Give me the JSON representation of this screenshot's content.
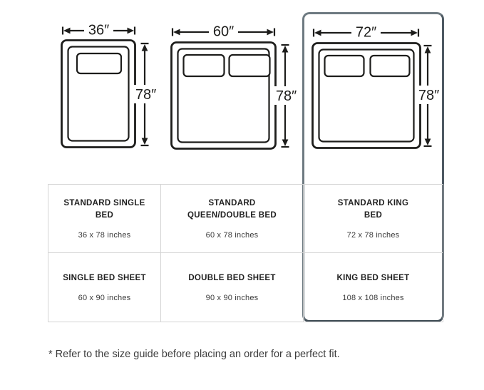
{
  "diagram": {
    "beds": [
      {
        "width_label": "36″",
        "height_label": "78″"
      },
      {
        "width_label": "60″",
        "height_label": "78″"
      },
      {
        "width_label": "72″",
        "height_label": "78″"
      }
    ]
  },
  "table": {
    "rows": [
      {
        "cells": [
          {
            "title_lines": [
              "STANDARD SINGLE",
              "BED"
            ],
            "size": "36 x 78 inches"
          },
          {
            "title_lines": [
              "STANDARD",
              "QUEEN/DOUBLE BED"
            ],
            "size": "60 x 78 inches"
          },
          {
            "title_lines": [
              "STANDARD KING",
              "BED"
            ],
            "size": "72 x 78 inches"
          }
        ]
      },
      {
        "cells": [
          {
            "title_lines": [
              "SINGLE BED SHEET"
            ],
            "size": "60 x 90 inches"
          },
          {
            "title_lines": [
              "DOUBLE BED SHEET"
            ],
            "size": "90 x 90 inches"
          },
          {
            "title_lines": [
              "KING BED SHEET"
            ],
            "size": "108 x 108 inches"
          }
        ]
      }
    ]
  },
  "footnote": "* Refer to the size guide before placing an order for a perfect fit.",
  "colors": {
    "line": "#1d1d1b",
    "table_border": "#d4d4d4",
    "highlight_border": "#4e5a63",
    "background": "#ffffff"
  }
}
